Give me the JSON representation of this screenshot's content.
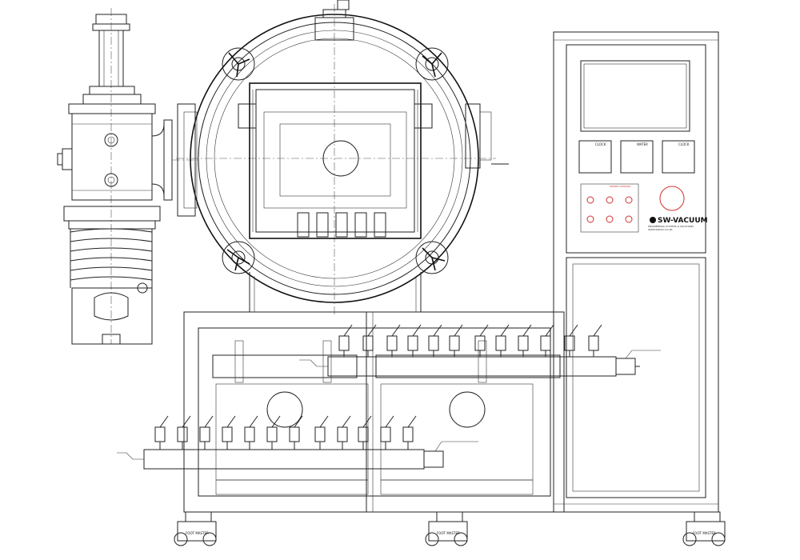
{
  "panel": {
    "brand_name": "SW-VACUUM",
    "brand_sub_1": "ENGINEERING SYSTEMS & SOLUTIONS",
    "brand_sub_2": "WWW.SWVAC.CO.KR",
    "indicator_group_label": "POWER CONTROL",
    "meters": [
      "CLOCK",
      "WATER",
      "CLOCK"
    ]
  },
  "casters": [
    "FOOT MASTER",
    "FOOT MASTER",
    "FOOT MASTER"
  ],
  "colors": {
    "line": "#222222",
    "panel_accent": "#d0322e",
    "background": "#ffffff"
  }
}
